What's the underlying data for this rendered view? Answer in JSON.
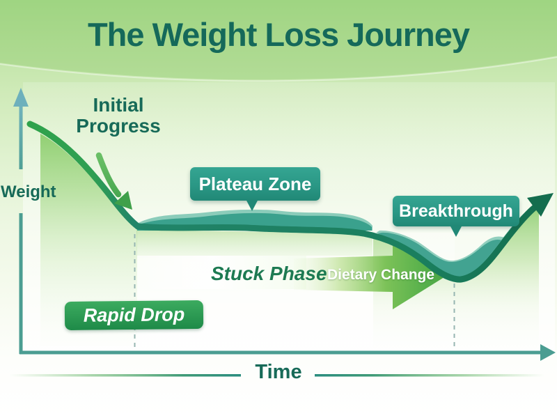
{
  "title": "The Weight Loss Journey",
  "axes": {
    "y_label": "Weight",
    "x_label": "Time"
  },
  "annotations": {
    "initial_progress": "Initial Progress",
    "plateau_zone": "Plateau Zone",
    "breakthrough": "Breakthrough",
    "rapid_drop": "Rapid Drop",
    "stuck_phase": "Stuck Phase",
    "dietary_change": "Dietary Change"
  },
  "colors": {
    "title_text": "#15695a",
    "axis_teal": "#4b9d92",
    "y_arrow_teal": "#66acb6",
    "curve_green_start": "#2fa24b",
    "curve_teal_mid": "#1e8166",
    "curve_green_end": "#146d4e",
    "bubble_teal": "#2a9785",
    "banner_green": "#28994f",
    "dietary_arrow_green": "#5cb44e",
    "terrain_teal": "#3aa18d",
    "background_top": "#a9dc8f",
    "background_bottom": "#ffffff"
  },
  "chart_data": {
    "type": "line",
    "title": "The Weight Loss Journey",
    "xlabel": "Time",
    "ylabel": "Weight",
    "x_range": [
      0,
      100
    ],
    "y_range": [
      0,
      100
    ],
    "grid": false,
    "x": [
      0,
      3,
      8,
      14,
      19,
      22,
      30,
      40,
      50,
      60,
      68,
      74,
      79,
      83,
      86,
      90,
      95,
      100
    ],
    "y": [
      78,
      74,
      66,
      55,
      46,
      42,
      42,
      42,
      42,
      41,
      38,
      32,
      27,
      25,
      26,
      31,
      42,
      52
    ],
    "phases": [
      {
        "label": "Rapid Drop",
        "x_start": 0,
        "x_end": 22
      },
      {
        "label": "Stuck Phase",
        "x_start": 22,
        "x_end": 83,
        "callout": "Plateau Zone"
      },
      {
        "label": "Breakthrough",
        "x_start": 83,
        "x_end": 100,
        "trigger": "Dietary Change"
      }
    ],
    "dashed_markers_x": [
      22,
      83
    ],
    "legend": "none"
  }
}
